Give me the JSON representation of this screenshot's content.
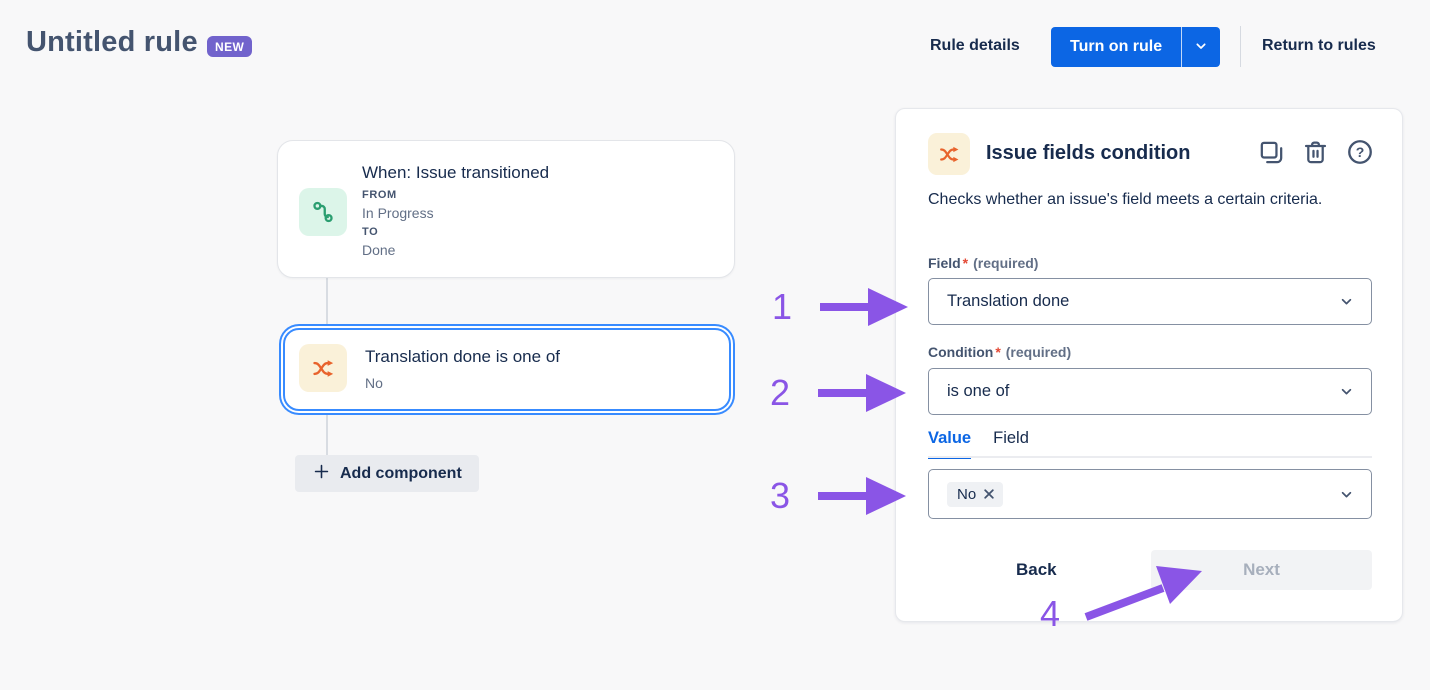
{
  "header": {
    "title": "Untitled rule",
    "badge": "NEW",
    "rule_details": "Rule details",
    "turn_on": "Turn on rule",
    "return": "Return to rules"
  },
  "canvas": {
    "trigger": {
      "title": "When: Issue transitioned",
      "from_label": "FROM",
      "from_value": "In Progress",
      "to_label": "TO",
      "to_value": "Done"
    },
    "condition_node": {
      "title": "Translation done is one of",
      "value": "No"
    },
    "add_component": "Add component"
  },
  "panel": {
    "title": "Issue fields condition",
    "description": "Checks whether an issue's field meets a certain criteria.",
    "field": {
      "label": "Field",
      "asterisk": "*",
      "required": "(required)",
      "value": "Translation done"
    },
    "condition": {
      "label": "Condition",
      "asterisk": "*",
      "required": "(required)",
      "value": "is one of"
    },
    "tabs": {
      "value_label": "Value",
      "field_label": "Field"
    },
    "value_select": {
      "chip": "No"
    },
    "back": "Back",
    "next": "Next"
  },
  "annotations": {
    "steps": [
      "1",
      "2",
      "3",
      "4"
    ]
  },
  "icons": {
    "panel_actions": [
      "duplicate-icon",
      "trash-icon",
      "help-icon"
    ],
    "trigger_icon": "issue-transition-icon",
    "condition_icon": "shuffle-icon"
  },
  "colors": {
    "primary_blue": "#0C66E4",
    "selected_node_border": "#388BFF",
    "annotation_purple": "#8A55E6",
    "badge_purple": "#7163CC",
    "condition_icon_orange": "#E8632C",
    "condition_icon_bg": "#FAF1D9",
    "trigger_icon_green": "#2B9E70",
    "trigger_icon_bg": "#DCF5E9",
    "required_asterisk": "#E34935",
    "text_dark": "#172B4D",
    "text_muted": "#626F86"
  }
}
